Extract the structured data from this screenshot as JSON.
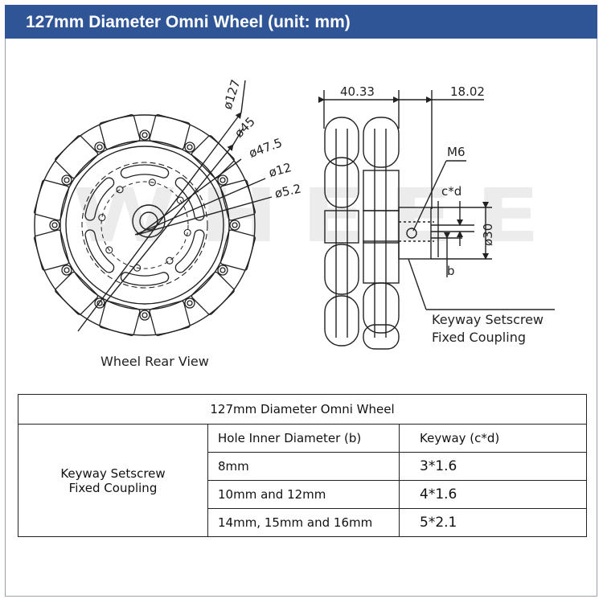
{
  "title": "127mm Diameter Omni Wheel (unit: mm)",
  "watermark": "WHEEE",
  "rear_view": {
    "caption": "Wheel Rear View",
    "dims": [
      "ø127",
      "ø45",
      "ø47.5",
      "ø12",
      "ø5.2"
    ]
  },
  "side_view": {
    "width_1": "40.33",
    "width_2": "18.02",
    "thread": "M6",
    "keyway": "c*d",
    "bore": "ø30",
    "hole": "b",
    "callout_line1": "Keyway Setscrew",
    "callout_line2": "Fixed Coupling"
  },
  "table": {
    "title": "127mm Diameter Omni Wheel",
    "row_label_line1": "Keyway Setscrew",
    "row_label_line2": "Fixed Coupling",
    "col1_header": "Hole Inner Diameter (b)",
    "col2_header": "Keyway (c*d)",
    "rows": [
      {
        "hole": "8mm",
        "keyway": "3*1.6"
      },
      {
        "hole": "10mm and 12mm",
        "keyway": "4*1.6"
      },
      {
        "hole": "14mm, 15mm and 16mm",
        "keyway": "5*2.1"
      }
    ]
  },
  "colors": {
    "title_bar": "#2f5597",
    "line": "#222222"
  }
}
